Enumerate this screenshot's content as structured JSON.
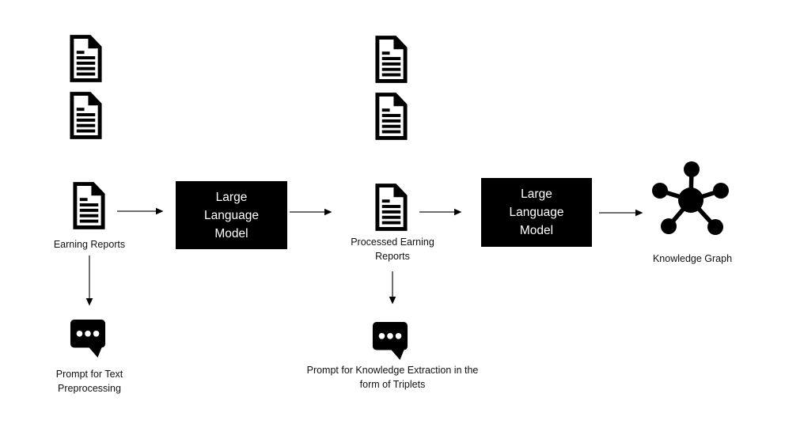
{
  "diagram": {
    "background_color": "#ffffff",
    "colors": {
      "shape_fill": "#000000",
      "model_box_background": "#000000",
      "model_box_text": "#ffffff",
      "label_text": "#111111",
      "arrow_line": "#404040",
      "arrow_head": "#000000"
    },
    "stage1": {
      "input_label": "Earning Reports",
      "model_label": "Large Language Model",
      "prompt_label": "Prompt for Text Preprocessing"
    },
    "stage2": {
      "input_label": "Processed Earning Reports",
      "model_label": "Large Language Model",
      "prompt_label": "Prompt for Knowledge Extraction in the form of Triplets"
    },
    "output": {
      "label": "Knowledge Graph"
    },
    "icon_names": [
      "document-icon",
      "chat-bubble-icon",
      "knowledge-graph-icon",
      "arrow-right-icon",
      "arrow-down-icon"
    ]
  }
}
